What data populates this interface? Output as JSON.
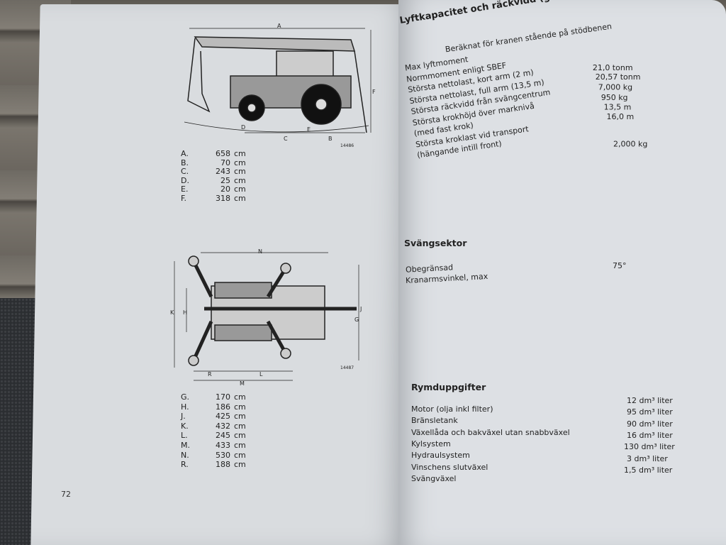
{
  "left_page": {
    "page_number": "72",
    "side_view": {
      "drawing_number": "14486",
      "labels": [
        "A",
        "B",
        "C",
        "D",
        "E",
        "F"
      ]
    },
    "side_dimensions": [
      {
        "key": "A.",
        "value": "658",
        "unit": "cm"
      },
      {
        "key": "B.",
        "value": "70",
        "unit": "cm"
      },
      {
        "key": "C.",
        "value": "243",
        "unit": "cm"
      },
      {
        "key": "D.",
        "value": "25",
        "unit": "cm"
      },
      {
        "key": "E.",
        "value": "20",
        "unit": "cm"
      },
      {
        "key": "F.",
        "value": "318",
        "unit": "cm"
      }
    ],
    "top_view": {
      "drawing_number": "14487",
      "labels": [
        "N",
        "K",
        "H",
        "J",
        "G",
        "R",
        "L",
        "M"
      ]
    },
    "top_dimensions": [
      {
        "key": "G.",
        "value": "170",
        "unit": "cm"
      },
      {
        "key": "H.",
        "value": "186",
        "unit": "cm"
      },
      {
        "key": "J.",
        "value": "425",
        "unit": "cm"
      },
      {
        "key": "K.",
        "value": "432",
        "unit": "cm"
      },
      {
        "key": "L.",
        "value": "245",
        "unit": "cm"
      },
      {
        "key": "M.",
        "value": "433",
        "unit": "cm"
      },
      {
        "key": "N.",
        "value": "530",
        "unit": "cm"
      },
      {
        "key": "R.",
        "value": "188",
        "unit": "cm"
      }
    ]
  },
  "right_page": {
    "lift_title": "Lyftkapacitet och räckvidd (gäller hela svängområdet)",
    "lift_subtitle": "Beräknat för kranen stående på stödbenen",
    "lift_specs": [
      {
        "label": "Max lyftmoment",
        "value": "21,0 tonm"
      },
      {
        "label": "Normmoment enligt SBEF",
        "value": "20,57 tonm"
      },
      {
        "label": "Största nettolast, kort arm (2 m)",
        "value": "7,000 kg"
      },
      {
        "label": "Största nettolast, full arm (13,5 m)",
        "value": "950 kg"
      },
      {
        "label": "Största räckvidd från svängcentrum",
        "value": "13,5 m"
      },
      {
        "label": "Största krokhöjd över marknivå",
        "value": "16,0 m"
      },
      {
        "label": "(med fast krok)",
        "value": ""
      },
      {
        "label": "Största kroklast vid transport",
        "value": "2,000 kg"
      },
      {
        "label": "(hängande intill front)",
        "value": ""
      }
    ],
    "swing_title": "Svängsektor",
    "swing_specs": [
      {
        "label": "Obegränsad",
        "value": "75°"
      },
      {
        "label": "Kranarmsvinkel, max",
        "value": ""
      }
    ],
    "volume_title": "Rymduppgifter",
    "volume_specs": [
      {
        "label": "Motor (olja inkl filter)",
        "value": "12",
        "unit": "dm³ liter"
      },
      {
        "label": "Bränsletank",
        "value": "95",
        "unit": "dm³ liter"
      },
      {
        "label": "Växellåda och bakväxel utan snabbväxel",
        "value": "90",
        "unit": "dm³ liter"
      },
      {
        "label": "Kylsystem",
        "value": "16",
        "unit": "dm³ liter"
      },
      {
        "label": "Hydraulsystem",
        "value": "130",
        "unit": "dm³ liter"
      },
      {
        "label": "Vinschens slutväxel",
        "value": "3",
        "unit": "dm³ liter"
      },
      {
        "label": "Svängväxel",
        "value": "1,5",
        "unit": "dm³ liter"
      }
    ]
  }
}
